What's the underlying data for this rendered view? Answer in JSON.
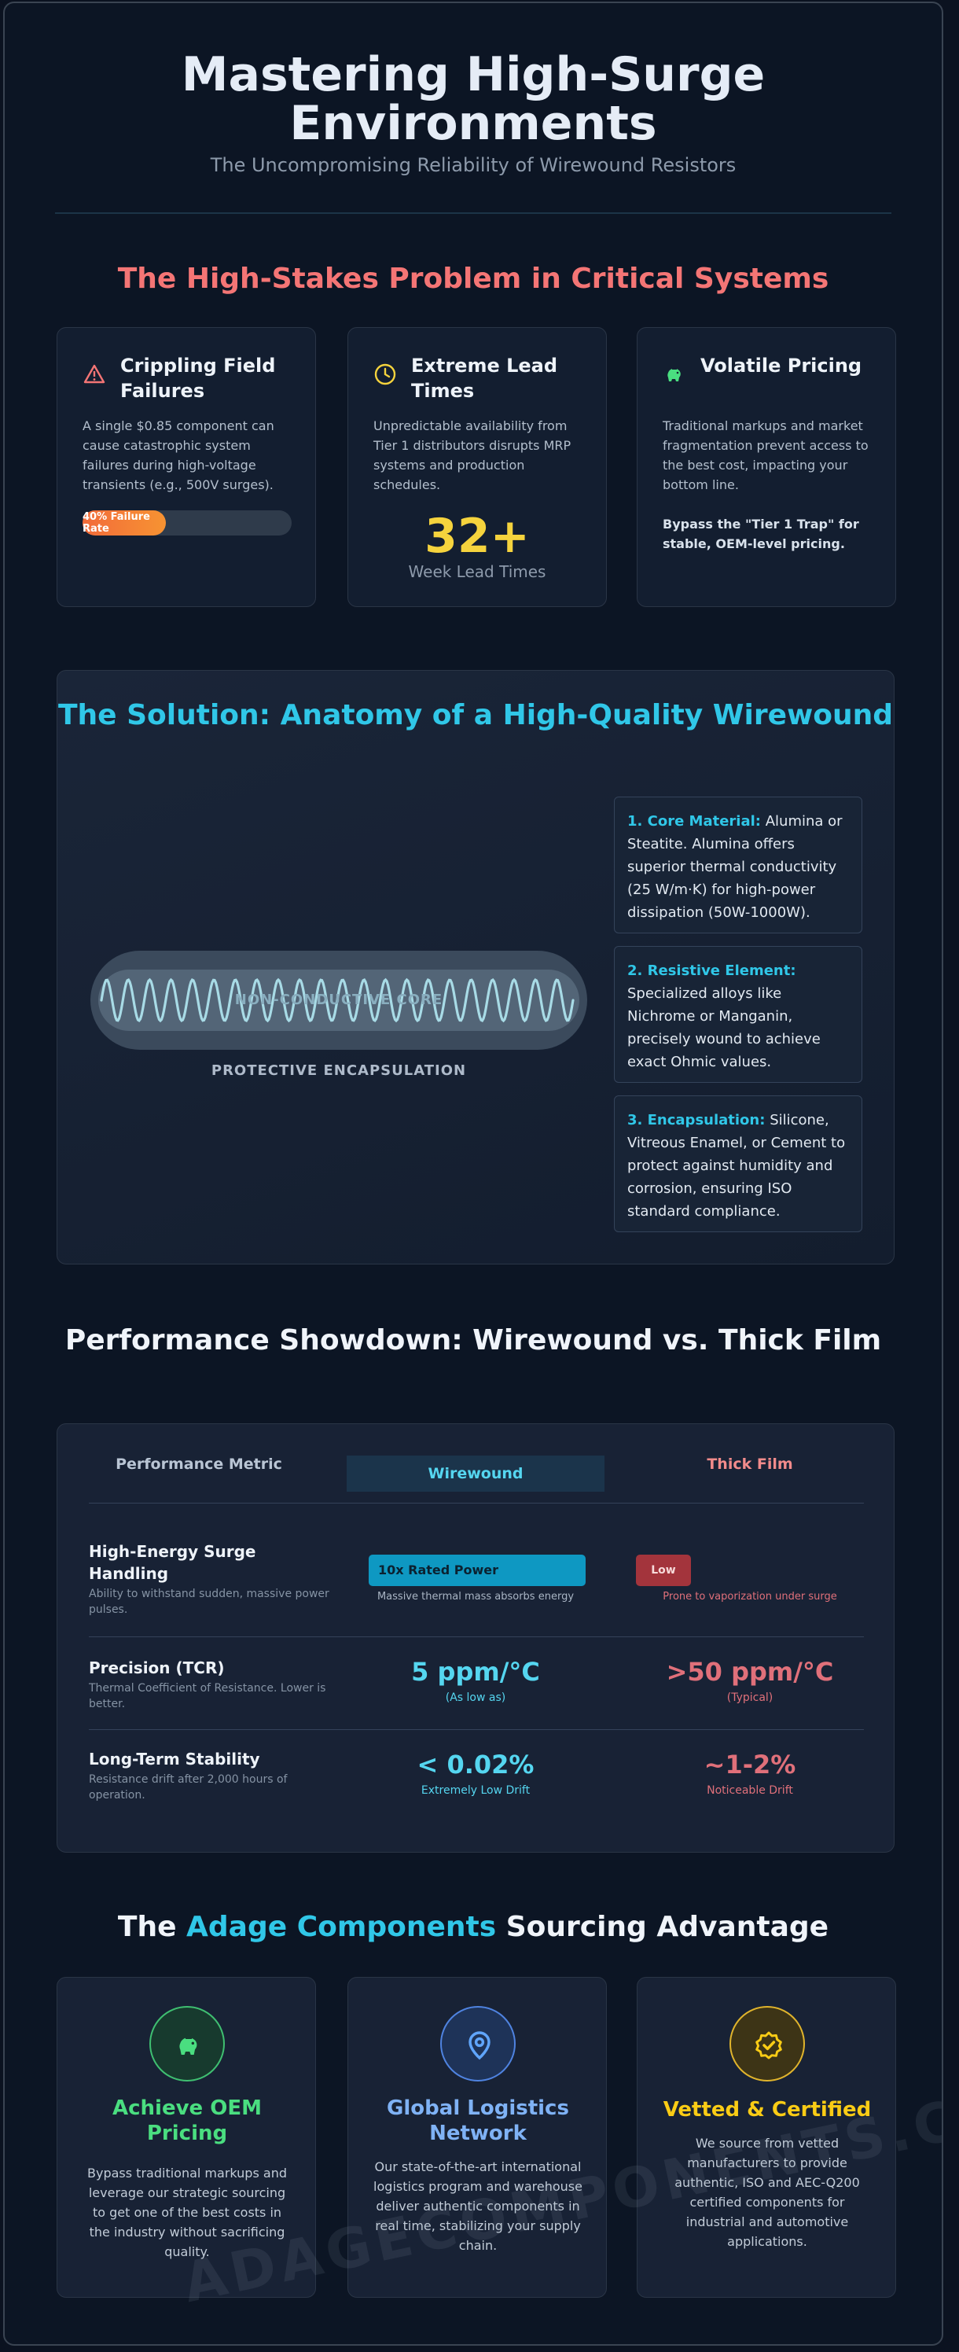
{
  "hero": {
    "title_line1": "Mastering High-Surge",
    "title_line2": "Environments",
    "subtitle": "The Uncompromising Reliability of Wirewound Resistors"
  },
  "problem": {
    "title": "The High-Stakes Problem in Critical Systems",
    "cards": [
      {
        "icon": "warning-triangle-icon",
        "title": "Crippling Field Failures",
        "text": "A single $0.85 component can cause catastrophic system failures during high-voltage transients (e.g., 500V surges).",
        "bar_label": "40% Failure Rate",
        "bar_value_percent": 40
      },
      {
        "icon": "clock-icon",
        "title": "Extreme Lead Times",
        "text": "Unpredictable availability from Tier 1 distributors disrupts MRP systems and production schedules.",
        "big_number": "32+",
        "big_caption": "Week Lead Times"
      },
      {
        "icon": "piggy-bank-icon",
        "title": "Volatile Pricing",
        "text": "Traditional markups and market fragmentation prevent access to the best cost, impacting your bottom line.",
        "emphasis": "Bypass the \"Tier 1 Trap\" for stable, OEM-level pricing."
      }
    ]
  },
  "solution": {
    "title": "The Solution: Anatomy of a High-Quality Wirewound",
    "core_label": "NON-CONDUCTIVE CORE",
    "encapsulation_label": "PROTECTIVE ENCAPSULATION",
    "items": [
      {
        "label": "1. Core Material:",
        "text": "Alumina or Steatite. Alumina offers superior thermal conductivity (25 W/m·K) for high-power dissipation (50W-1000W)."
      },
      {
        "label": "2. Resistive Element:",
        "text": "Specialized alloys like Nichrome or Manganin, precisely wound to achieve exact Ohmic values."
      },
      {
        "label": "3. Encapsulation:",
        "text": "Silicone, Vitreous Enamel, or Cement to protect against humidity and corrosion, ensuring ISO standard compliance."
      }
    ]
  },
  "performance": {
    "title": "Performance Showdown: Wirewound vs. Thick Film",
    "headers": {
      "metric": "Performance Metric",
      "wirewound": "Wirewound",
      "thick_film": "Thick Film"
    },
    "rows": [
      {
        "name": "High-Energy Surge Handling",
        "desc": "Ability to withstand sudden, massive power pulses.",
        "wire_value": "10x Rated Power",
        "wire_caption": "Massive thermal mass absorbs energy",
        "thick_value": "Low",
        "thick_caption": "Prone to vaporization under surge"
      },
      {
        "name": "Precision (TCR)",
        "desc": "Thermal Coefficient of Resistance. Lower is better.",
        "wire_value": "5 ppm/°C",
        "wire_caption": "(As low as)",
        "thick_value": ">50 ppm/°C",
        "thick_caption": "(Typical)"
      },
      {
        "name": "Long-Term Stability",
        "desc": "Resistance drift after 2,000 hours of operation.",
        "wire_value": "< 0.02%",
        "wire_caption": "Extremely Low Drift",
        "thick_value": "~1-2%",
        "thick_caption": "Noticeable Drift"
      }
    ]
  },
  "advantage": {
    "title_pre": "The ",
    "title_accent": "Adage Components",
    "title_post": " Sourcing Advantage",
    "cards": [
      {
        "icon": "piggy-bank-icon",
        "title": "Achieve OEM Pricing",
        "color": "#4ade80",
        "text": "Bypass traditional markups and leverage our strategic sourcing to get one of the best costs in the industry without sacrificing quality."
      },
      {
        "icon": "location-pin-icon",
        "title": "Global Logistics Network",
        "color": "#60a5fa",
        "text": "Our state-of-the-art international logistics program and warehouse deliver authentic components in real time, stabilizing your supply chain."
      },
      {
        "icon": "verified-badge-icon",
        "title": "Vetted & Certified",
        "color": "#facc15",
        "text": "We source from vetted manufacturers to provide authentic, ISO and AEC-Q200 certified components for industrial and automotive applications."
      }
    ]
  },
  "watermark": "ADAGECOMPONENTS.COM"
}
